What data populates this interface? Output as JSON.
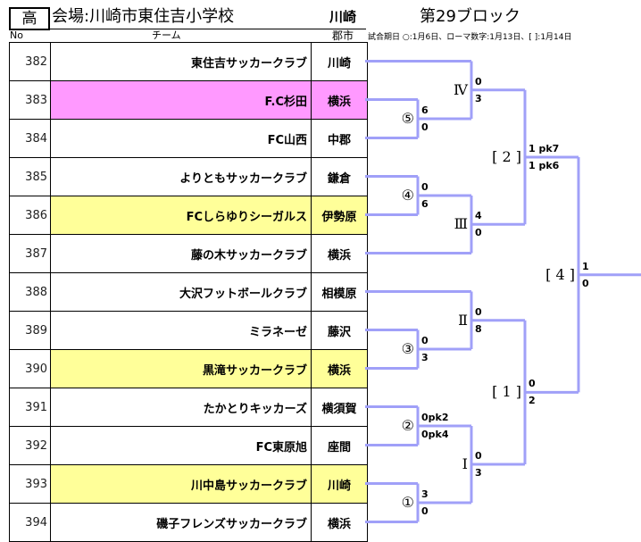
{
  "header": {
    "level": "高",
    "venue": "会場:川崎市東住吉小学校",
    "venue_city": "川崎",
    "block_title": "第29ブロック",
    "col_no": "No",
    "col_team": "チーム",
    "col_city": "郡市",
    "legend": "試合期日 ○:1月6日、ローマ数字:1月13日、[ ]:1月14日"
  },
  "colors": {
    "bracket_line": "#a0a0f8",
    "highlight_pink": "#ff99ff",
    "highlight_yellow": "#ffff99"
  },
  "teams": [
    {
      "no": "382",
      "name": "東住吉サッカークラブ",
      "city": "川崎",
      "highlight": "none"
    },
    {
      "no": "383",
      "name": "F.C杉田",
      "city": "横浜",
      "highlight": "pink"
    },
    {
      "no": "384",
      "name": "FC山西",
      "city": "中郡",
      "highlight": "none"
    },
    {
      "no": "385",
      "name": "よりともサッカークラブ",
      "city": "鎌倉",
      "highlight": "none"
    },
    {
      "no": "386",
      "name": "FCしらゆりシーガルス",
      "city": "伊勢原",
      "highlight": "yellow"
    },
    {
      "no": "387",
      "name": "藤の木サッカークラブ",
      "city": "横浜",
      "highlight": "none"
    },
    {
      "no": "388",
      "name": "大沢フットボールクラブ",
      "city": "相模原",
      "highlight": "none"
    },
    {
      "no": "389",
      "name": "ミラネーゼ",
      "city": "藤沢",
      "highlight": "none"
    },
    {
      "no": "390",
      "name": "黒滝サッカークラブ",
      "city": "横浜",
      "highlight": "yellow"
    },
    {
      "no": "391",
      "name": "たかとりキッカーズ",
      "city": "横須賀",
      "highlight": "none"
    },
    {
      "no": "392",
      "name": "FC東原旭",
      "city": "座間",
      "highlight": "none"
    },
    {
      "no": "393",
      "name": "川中島サッカークラブ",
      "city": "川崎",
      "highlight": "yellow"
    },
    {
      "no": "394",
      "name": "磯子フレンズサッカークラブ",
      "city": "横浜",
      "highlight": "none"
    }
  ],
  "matches": [
    {
      "id": "m5",
      "label": "⑤",
      "score_top": "6",
      "score_bottom": "0"
    },
    {
      "id": "m4",
      "label": "④",
      "score_top": "0",
      "score_bottom": "6"
    },
    {
      "id": "m3",
      "label": "③",
      "score_top": "0",
      "score_bottom": "3"
    },
    {
      "id": "m2",
      "label": "②",
      "score_top": "0pk2",
      "score_bottom": "0pk4"
    },
    {
      "id": "m1",
      "label": "①",
      "score_top": "3",
      "score_bottom": "0"
    },
    {
      "id": "mIV",
      "label": "Ⅳ",
      "score_top": "0",
      "score_bottom": "3"
    },
    {
      "id": "mIII",
      "label": "Ⅲ",
      "score_top": "4",
      "score_bottom": "0"
    },
    {
      "id": "mII",
      "label": "Ⅱ",
      "score_top": "0",
      "score_bottom": "8"
    },
    {
      "id": "mI",
      "label": "Ⅰ",
      "score_top": "0",
      "score_bottom": "3"
    },
    {
      "id": "sf2",
      "label": "[ 2 ]",
      "score_top": "1 pk7",
      "score_bottom": "1 pk6"
    },
    {
      "id": "sf1",
      "label": "[ 1 ]",
      "score_top": "0",
      "score_bottom": "2"
    },
    {
      "id": "final",
      "label": "[ 4 ]",
      "score_top": "1",
      "score_bottom": "0"
    }
  ]
}
